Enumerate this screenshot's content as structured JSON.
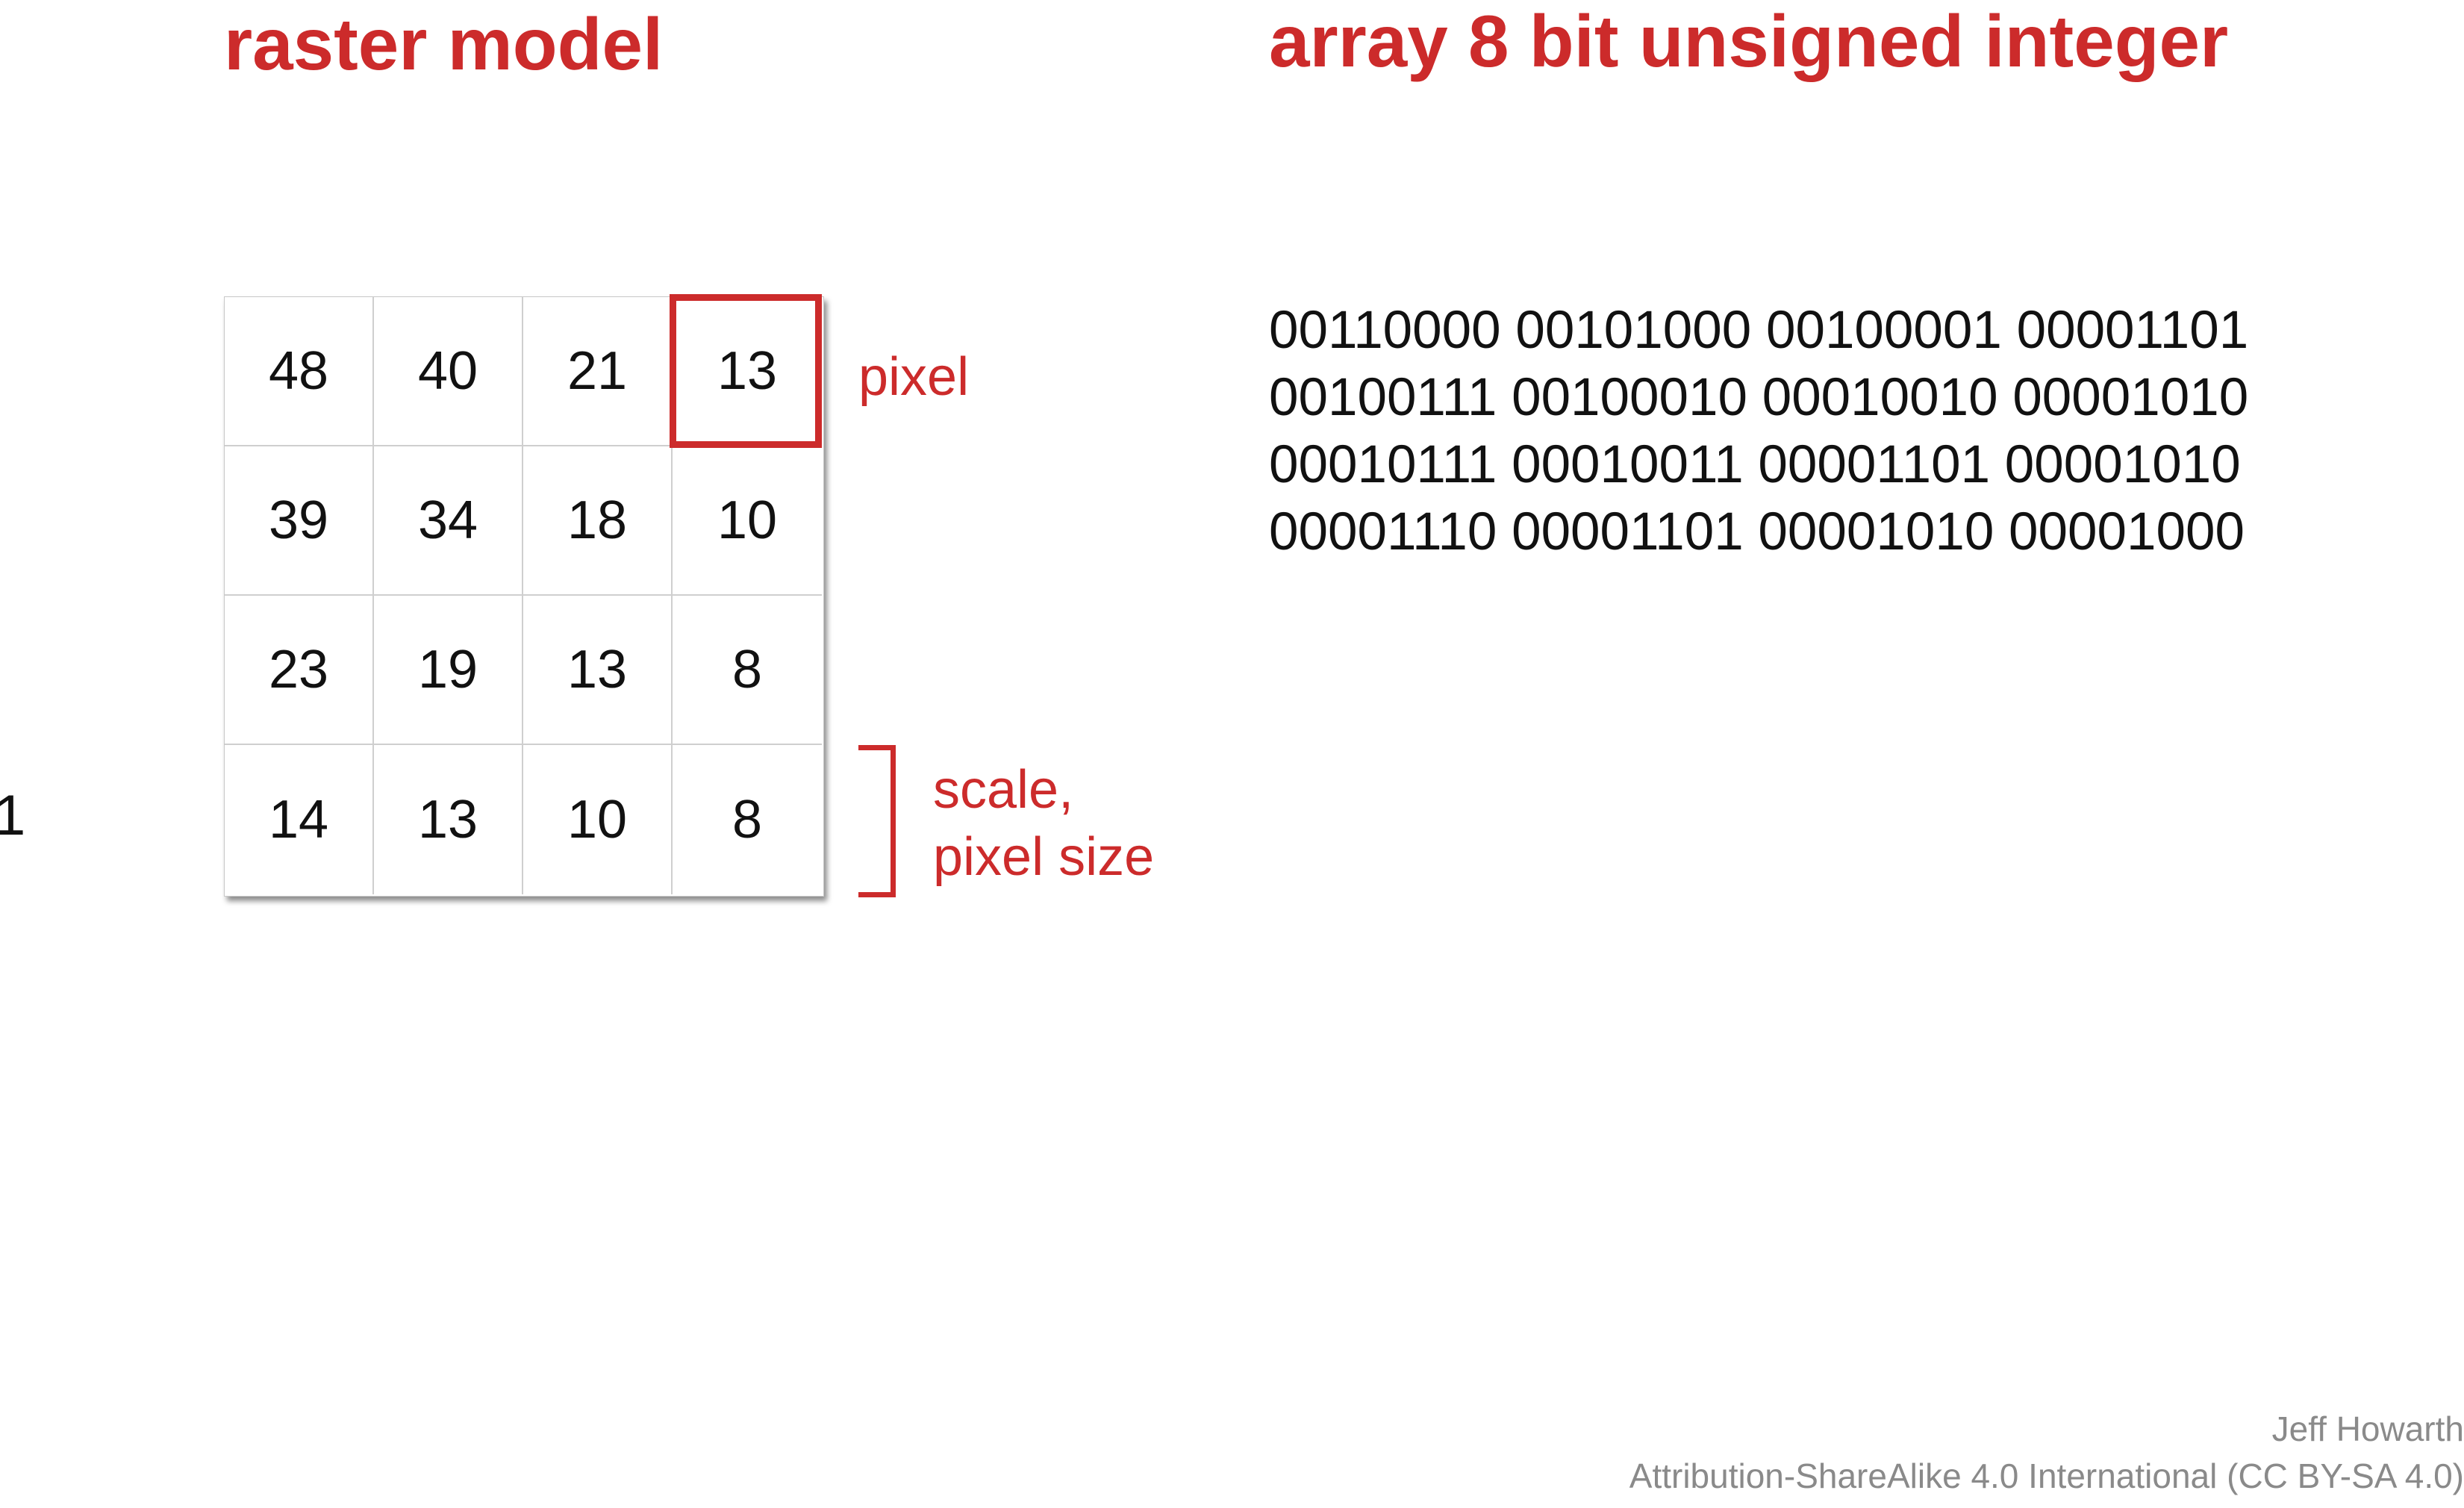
{
  "titles": {
    "left": "raster model",
    "right": "array 8 bit unsigned integer"
  },
  "raster": {
    "cells": [
      [
        "48",
        "40",
        "21",
        "13"
      ],
      [
        "39",
        "34",
        "18",
        "10"
      ],
      [
        "23",
        "19",
        "13",
        "8"
      ],
      [
        "14",
        "13",
        "10",
        "8"
      ]
    ],
    "pixel_label": "pixel",
    "scale_label_line1": "scale,",
    "scale_label_line2": "pixel size"
  },
  "left_edge_text": "1",
  "binary_rows": [
    "00110000 00101000 00100001 00001101",
    "00100111 00100010 00010010 00001010",
    "00010111 00010011 00001101 00001010",
    "00001110 00001101 00001010 00001000"
  ],
  "credit": {
    "author": "Jeff Howarth",
    "license": "Attribution-ShareAlike 4.0 International (CC BY-SA 4.0)"
  },
  "colors": {
    "accent_red": "#cc2b2b",
    "text": "#111111",
    "grid_line": "#cfcfcf",
    "credit_gray": "#8a8a8a"
  }
}
